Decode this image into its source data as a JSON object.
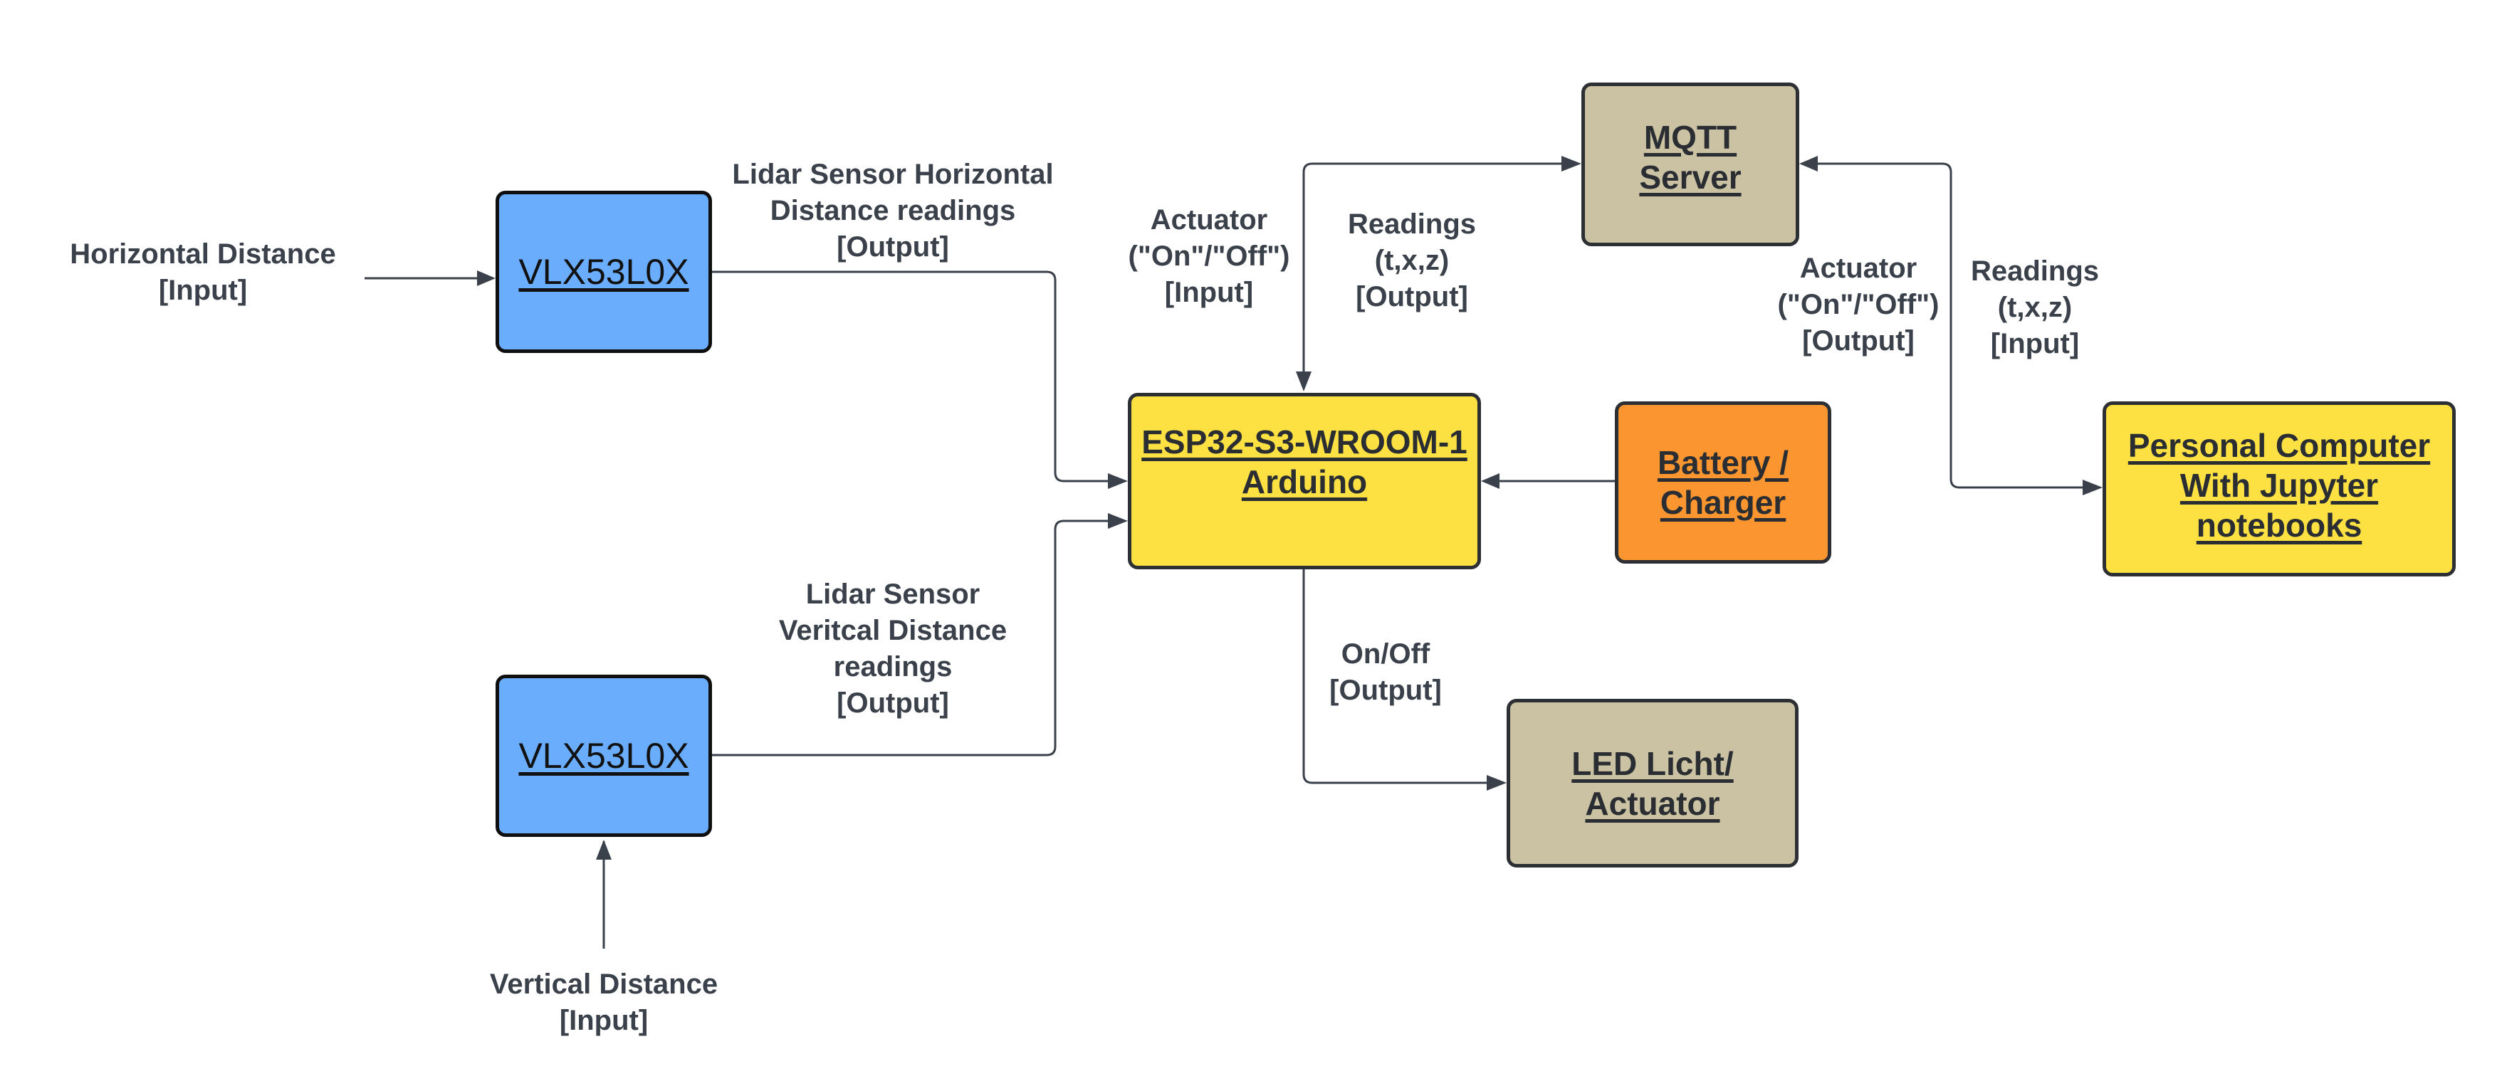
{
  "diagram": {
    "nodes": {
      "sensor_horizontal": {
        "label": "VLX53L0X",
        "fill": "#6aadfd"
      },
      "sensor_vertical": {
        "label": "VLX53L0X",
        "fill": "#6aadfd"
      },
      "esp32": {
        "line1": "ESP32-S3-WROOM-1",
        "line2": "Arduino",
        "fill": "#fde143"
      },
      "battery": {
        "line1": "Battery /",
        "line2": "Charger",
        "fill": "#fb9530"
      },
      "mqtt": {
        "line1": "MQTT",
        "line2": "Server",
        "fill": "#cbc2a3"
      },
      "pc": {
        "line1": "Personal Computer",
        "line2": "With Jupyter",
        "line3": "notebooks",
        "fill": "#fde143"
      },
      "led": {
        "line1": "LED Licht/",
        "line2": "Actuator",
        "fill": "#cbc2a3"
      }
    },
    "labels": {
      "horizontal_input": {
        "line1": "Horizontal Distance",
        "line2": "[Input]"
      },
      "vertical_input": {
        "line1": "Vertical Distance",
        "line2": "[Input]"
      },
      "lidar_horizontal": {
        "line1": "Lidar Sensor Horizontal",
        "line2": "Distance readings",
        "line3": "[Output]"
      },
      "lidar_vertical": {
        "line1": "Lidar Sensor",
        "line2": "Veritcal Distance",
        "line3": "readings",
        "line4": "[Output]"
      },
      "actuator_input": {
        "line1": "Actuator",
        "line2": "(\"On\"/\"Off\")",
        "line3": "[Input]"
      },
      "readings_output": {
        "line1": "Readings",
        "line2": "(t,x,z)",
        "line3": "[Output]"
      },
      "actuator_output": {
        "line1": "Actuator",
        "line2": "(\"On\"/\"Off\")",
        "line3": "[Output]"
      },
      "readings_input": {
        "line1": "Readings",
        "line2": "(t,x,z)",
        "line3": "[Input]"
      },
      "onoff_output": {
        "line1": "On/Off",
        "line2": "[Output]"
      }
    },
    "edges": [
      {
        "from": "Horizontal Distance",
        "to": "sensor_horizontal"
      },
      {
        "from": "Vertical Distance",
        "to": "sensor_vertical"
      },
      {
        "from": "sensor_horizontal",
        "to": "esp32"
      },
      {
        "from": "sensor_vertical",
        "to": "esp32"
      },
      {
        "from": "battery",
        "to": "esp32"
      },
      {
        "from": "esp32",
        "to": "mqtt",
        "bidirectional": true
      },
      {
        "from": "mqtt",
        "to": "pc",
        "bidirectional": true
      },
      {
        "from": "esp32",
        "to": "led"
      }
    ],
    "colors": {
      "wire": "#3a414a",
      "text": "#3a414a"
    }
  }
}
